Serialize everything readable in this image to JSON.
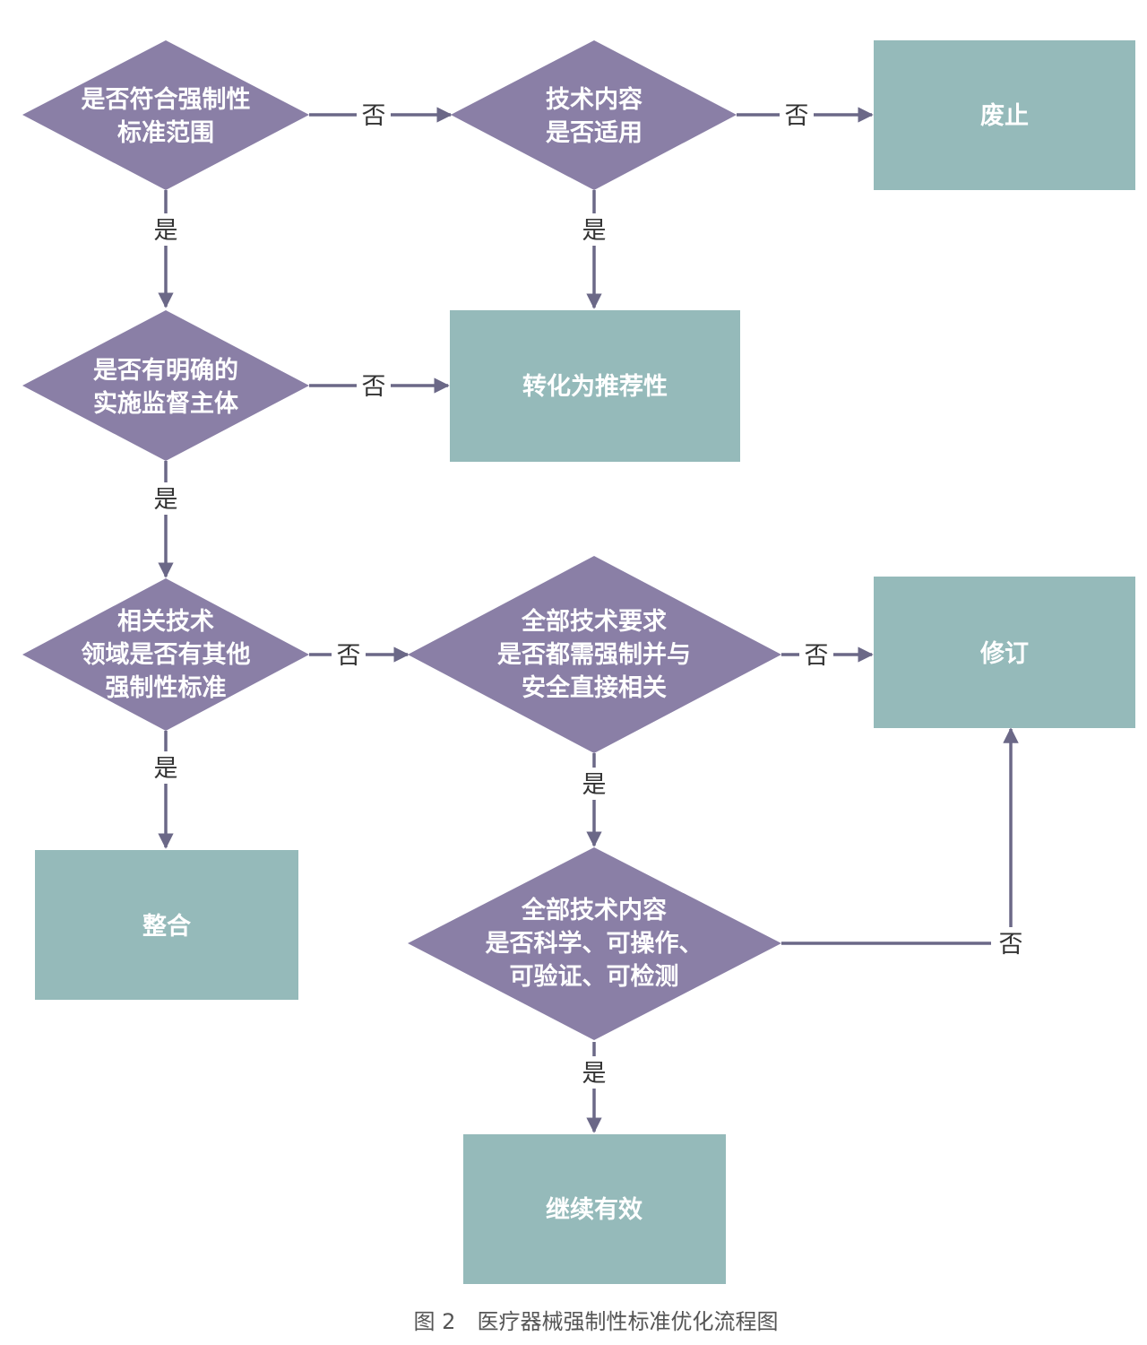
{
  "colors": {
    "decision": "#8a7fa6",
    "outcome": "#95baba",
    "edge": "#6b6887",
    "label": "#333333"
  },
  "nodes": {
    "d1": {
      "lines": [
        "是否符合强制性",
        "标准范围"
      ]
    },
    "d2": {
      "lines": [
        "技术内容",
        "是否适用"
      ]
    },
    "d3": {
      "lines": [
        "是否有明确的",
        "实施监督主体"
      ]
    },
    "d4": {
      "lines": [
        "相关技术",
        "领域是否有其他",
        "强制性标准"
      ]
    },
    "d5": {
      "lines": [
        "全部技术要求",
        "是否都需强制并与",
        "安全直接相关"
      ]
    },
    "d6": {
      "lines": [
        "全部技术内容",
        "是否科学、可操作、",
        "可验证、可检测"
      ]
    },
    "b_abolish": {
      "lines": [
        "废止"
      ]
    },
    "b_recommend": {
      "lines": [
        "转化为推荐性"
      ]
    },
    "b_revise": {
      "lines": [
        "修订"
      ]
    },
    "b_integrate": {
      "lines": [
        "整合"
      ]
    },
    "b_valid": {
      "lines": [
        "继续有效"
      ]
    }
  },
  "edge_labels": {
    "yes": "是",
    "no": "否"
  },
  "caption": "图 2　医疗器械强制性标准优化流程图"
}
